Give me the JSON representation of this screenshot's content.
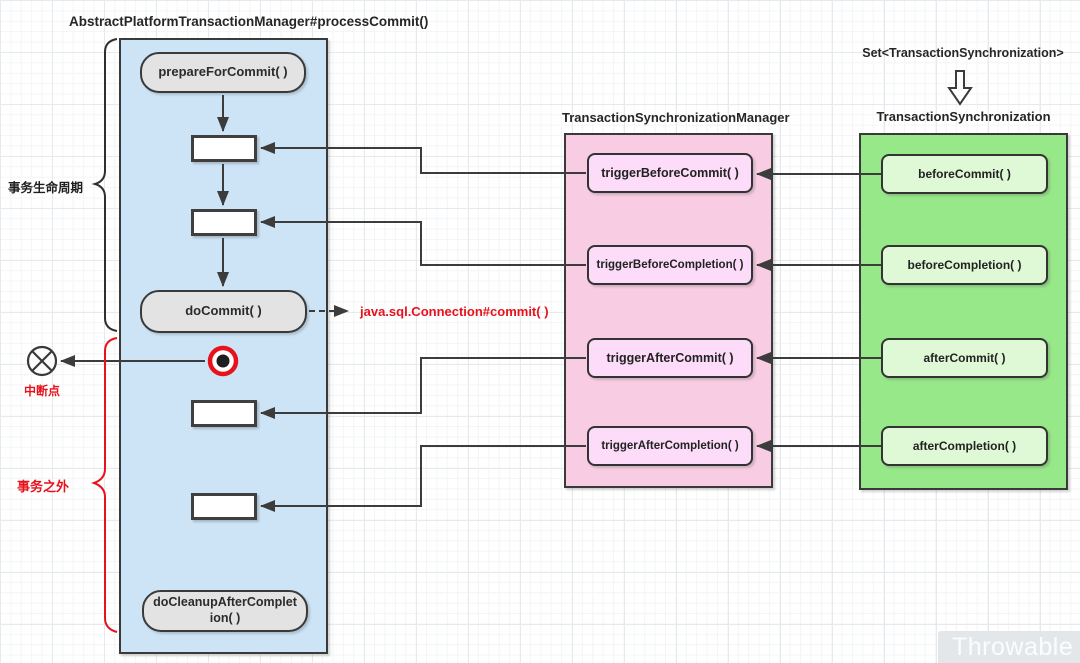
{
  "title": "AbstractPlatformTransactionManager#processCommit()",
  "annotations": {
    "lifecycle": "事务生命周期",
    "interrupt_point": "中断点",
    "outside_transaction": "事务之外",
    "jdbc_commit": "java.sql.Connection#commit( )"
  },
  "process_panel": {
    "prepare_for_commit": "prepareForCommit( )",
    "do_commit": "doCommit( )",
    "do_cleanup_after_completion": "doCleanupAfterCompletion( )"
  },
  "sync_manager": {
    "title": "TransactionSynchronizationManager",
    "methods": [
      "triggerBeforeCommit( )",
      "triggerBeforeCompletion( )",
      "triggerAfterCommit( )",
      "triggerAfterCompletion( )"
    ]
  },
  "synchronization": {
    "set_header": "Set<TransactionSynchronization>",
    "title": "TransactionSynchronization",
    "methods": [
      "beforeCommit( )",
      "beforeCompletion( )",
      "afterCommit( )",
      "afterCompletion( )"
    ]
  },
  "watermark": "Throwable",
  "colors": {
    "panel_blue": "#cde4f7",
    "panel_pink": "#f8cce3",
    "panel_green": "#97e889",
    "box_pink": "#fcdcf8",
    "box_green": "#dff8d6",
    "box_gray": "#e3e3e3",
    "line": "#3c3c3c",
    "accent_red": "#e8121c"
  }
}
